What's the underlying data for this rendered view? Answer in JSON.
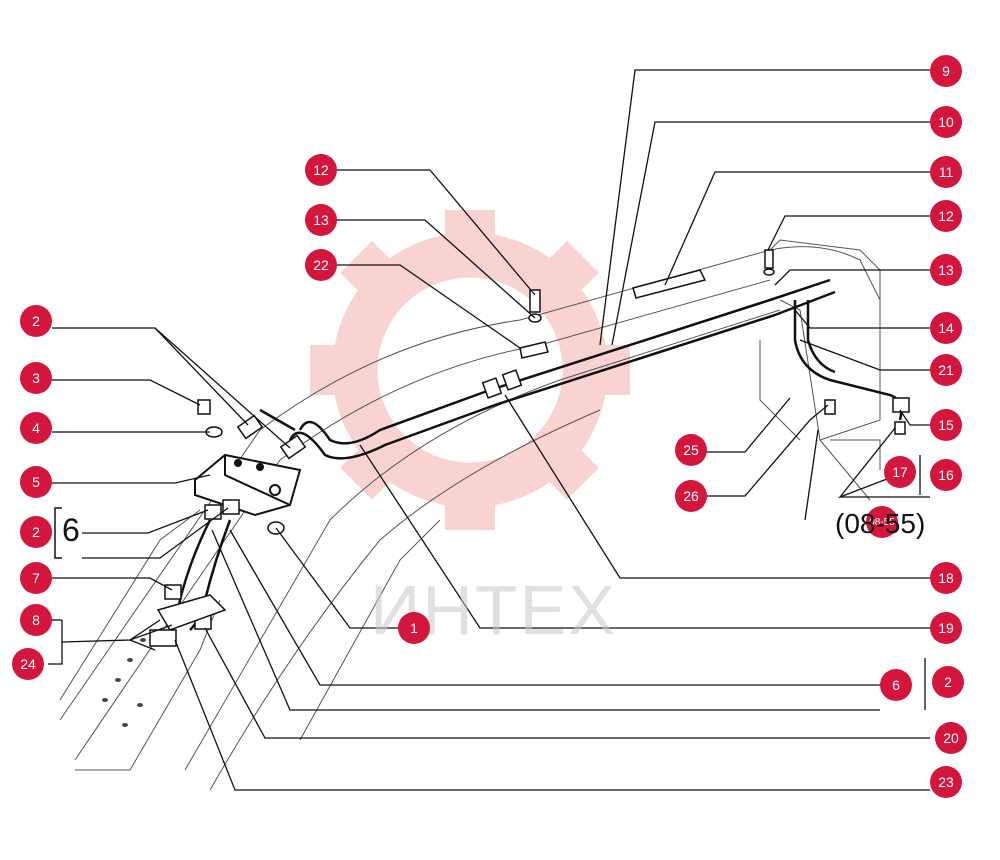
{
  "diagram": {
    "accent_color": "#d4163c",
    "watermark_color": "#f0b0b0",
    "watermark_text": "ИНТЕХ",
    "bracket_group_label": "6",
    "reference_code": "(08-55)",
    "callouts": {
      "c9": "9",
      "c10": "10",
      "c11": "11",
      "c12a": "12",
      "c13a": "13",
      "c22": "22",
      "c12b": "12",
      "c13b": "13",
      "c14": "14",
      "c21": "21",
      "c15": "15",
      "c16": "16",
      "c17": "17",
      "c25": "25",
      "c26": "26",
      "c2a": "2",
      "c3": "3",
      "c4": "4",
      "c5": "5",
      "c2b": "2",
      "c7": "7",
      "c8": "8",
      "c24": "24",
      "c1": "1",
      "c18": "18",
      "c19": "19",
      "c6": "6",
      "c2c": "2",
      "c20": "20",
      "c23": "23",
      "c8_55": "08-55"
    }
  }
}
